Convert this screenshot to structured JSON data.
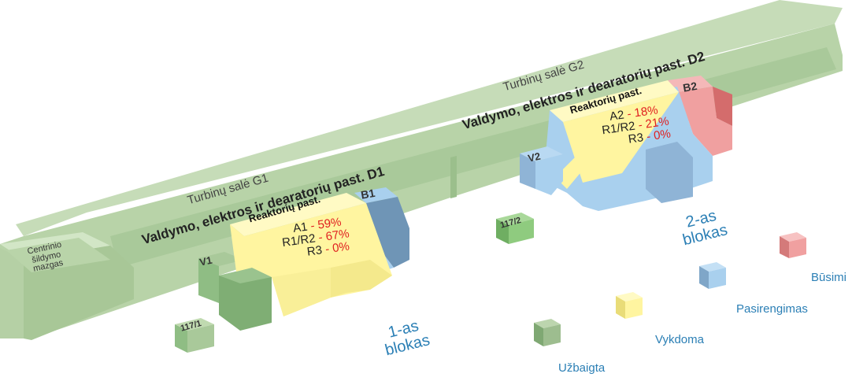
{
  "colors": {
    "done": "#a9c99a",
    "done_dark": "#7fae74",
    "ongoing": "#fff5a0",
    "prep": "#a9d0ee",
    "prep_dark": "#6f95b6",
    "future": "#f0a0a0",
    "future_dark": "#d46c6c",
    "red_value": "#e02020",
    "unit_label": "#2b7fb5"
  },
  "buildings": {
    "heating": {
      "label_l1": "Centrinio",
      "label_l2": "šildymo",
      "label_l3": "mazgas"
    },
    "turbine_g1": "Turbinų salė G1",
    "turbine_g2": "Turbinų salė G2",
    "control_d1": "Valdymo, elektros ir dearatorių past. D1",
    "control_d2": "Valdymo, elektros ir dearatorių past. D2",
    "b1": "B1",
    "b2": "B2",
    "v1": "V1",
    "v2": "V2",
    "p117_1": "117/1",
    "p117_2": "117/2"
  },
  "reactor1": {
    "title": "Reaktorių past.",
    "rows": [
      {
        "name": "A1",
        "sep": " - ",
        "value": "59%"
      },
      {
        "name": "R1/R2",
        "sep": " - ",
        "value": "67%"
      },
      {
        "name": "R3",
        "sep": " - ",
        "value": "0%"
      }
    ]
  },
  "reactor2": {
    "title": "Reaktorių past.",
    "rows": [
      {
        "name": "A2",
        "sep": " - ",
        "value": "18%"
      },
      {
        "name": "R1/R2",
        "sep": " - ",
        "value": "21%"
      },
      {
        "name": "R3",
        "sep": " - ",
        "value": "0%"
      }
    ]
  },
  "units": {
    "unit1_l1": "1-as",
    "unit1_l2": "blokas",
    "unit2_l1": "2-as",
    "unit2_l2": "blokas"
  },
  "legend": {
    "done": "Užbaigta",
    "ongoing": "Vykdoma",
    "prep": "Pasirengimas",
    "future": "Būsimi"
  }
}
